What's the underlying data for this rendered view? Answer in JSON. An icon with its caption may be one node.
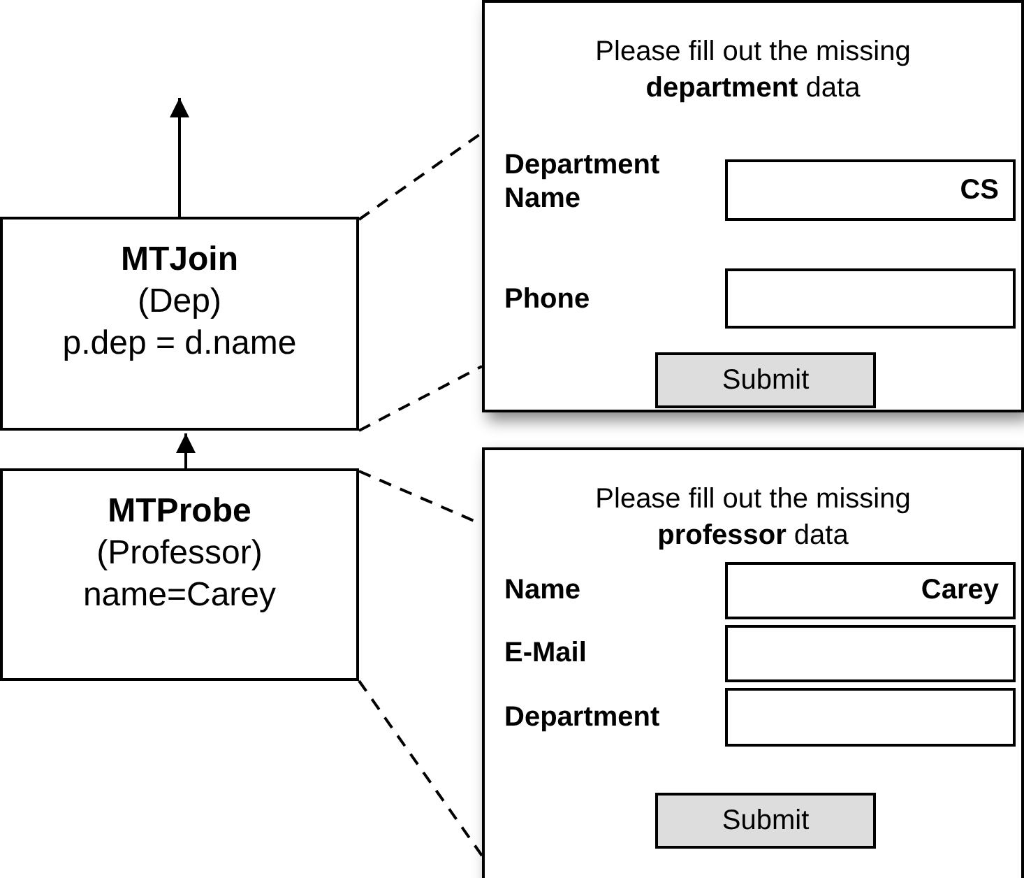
{
  "diagram": {
    "nodes": [
      {
        "text": [
          "MTJoin",
          "(Dep)",
          "p.dep = d.name"
        ]
      },
      {
        "text": [
          "MTProbe",
          "(Professor)",
          "name=Carey"
        ]
      },
      {
        "text": [
          "Please fill out the missing **department** data"
        ]
      },
      {
        "text": [
          "CS"
        ],
        "in": 2
      },
      {
        "text": [],
        "shape": "box",
        "in": 2
      },
      {
        "text": [
          "Submit"
        ],
        "in": 2
      },
      {
        "text": [
          "Please fill out the missing **professor** data"
        ]
      },
      {
        "text": [
          "Carey"
        ],
        "in": 6
      },
      {
        "text": [],
        "shape": "box",
        "in": 6
      },
      {
        "text": [],
        "shape": "box",
        "in": 6
      },
      {
        "text": [
          "Submit"
        ],
        "in": 6
      }
    ],
    "edges": [
      {
        "from": 1,
        "to": 0,
        "arrow": "to"
      },
      {
        "from": 0,
        "to": null,
        "arrow": "to"
      },
      {
        "from": 0,
        "to": 2,
        "arrow": "none",
        "style": "dashed"
      },
      {
        "from": 0,
        "to": 2,
        "arrow": "none",
        "style": "dashed"
      },
      {
        "from": 1,
        "to": 6,
        "arrow": "none",
        "style": "dashed"
      },
      {
        "from": 1,
        "to": 6,
        "arrow": "none",
        "style": "dashed"
      }
    ],
    "labels": [
      "Department Name",
      "Phone",
      "Name",
      "E-Mail",
      "Department"
    ]
  }
}
